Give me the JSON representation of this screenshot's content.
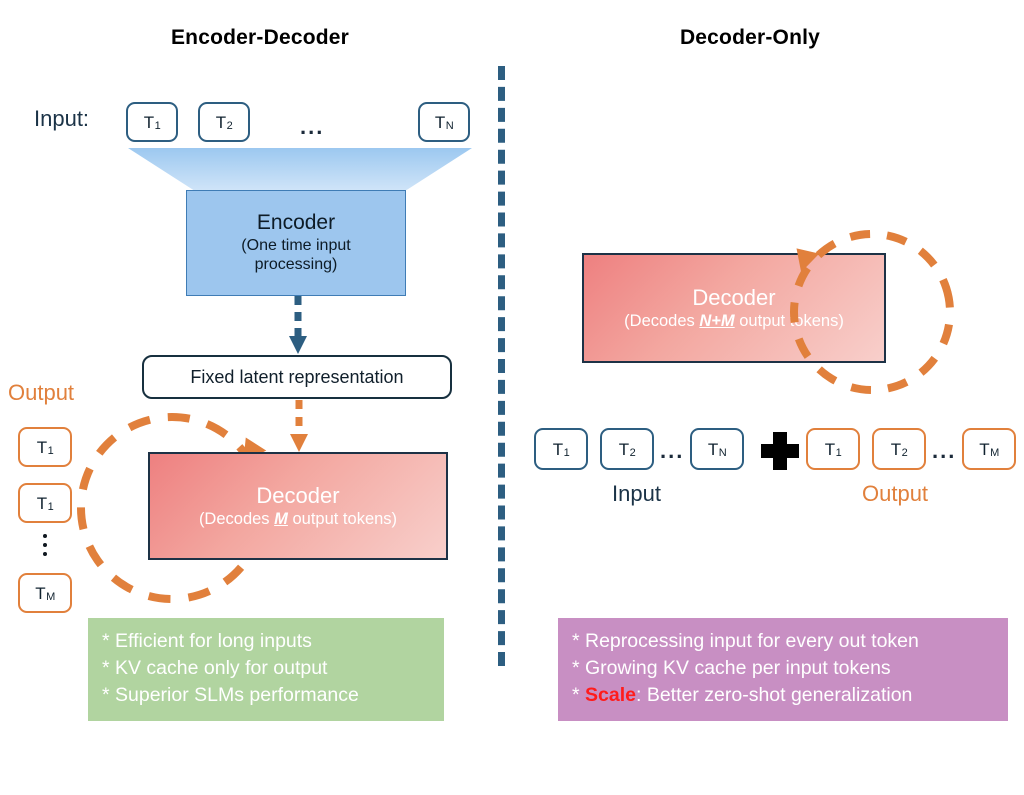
{
  "panels": {
    "left": {
      "title": "Encoder-Decoder",
      "input_label": "Input:",
      "input_tokens": [
        {
          "base": "T",
          "sub": "1"
        },
        {
          "base": "T",
          "sub": "2"
        },
        {
          "base": "T",
          "sub": "N"
        }
      ],
      "input_ellipsis": "...",
      "encoder": {
        "title": "Encoder",
        "subtitle_line1": "(One time input",
        "subtitle_line2": "processing)"
      },
      "latent_label": "Fixed latent representation",
      "decoder": {
        "title": "Decoder",
        "sub_prefix": "(Decodes ",
        "sub_emphasis": "M",
        "sub_suffix": " output tokens)"
      },
      "output_label": "Output",
      "output_tokens": [
        {
          "base": "T",
          "sub": "1"
        },
        {
          "base": "T",
          "sub": "1"
        },
        {
          "base": "T",
          "sub": "M"
        }
      ],
      "summary": [
        "* Efficient for long inputs",
        "* KV cache only for output",
        "* Superior SLMs performance"
      ]
    },
    "right": {
      "title": "Decoder-Only",
      "decoder": {
        "title": "Decoder",
        "sub_prefix": "(Decodes ",
        "sub_emphasis": "N+M",
        "sub_suffix": " output tokens)"
      },
      "input_label": "Input",
      "output_label": "Output",
      "input_tokens": [
        {
          "base": "T",
          "sub": "1"
        },
        {
          "base": "T",
          "sub": "2"
        },
        {
          "base": "T",
          "sub": "N"
        }
      ],
      "output_tokens": [
        {
          "base": "T",
          "sub": "1"
        },
        {
          "base": "T",
          "sub": "2"
        },
        {
          "base": "T",
          "sub": "M"
        }
      ],
      "input_ellipsis": "...",
      "output_ellipsis": "...",
      "plus_symbol": "+",
      "summary_line1": "* Reprocessing input for every out token",
      "summary_line2": "* Growing KV cache per input tokens",
      "summary_line3_prefix": "* ",
      "summary_line3_highlight": "Scale",
      "summary_line3_rest": ": Better zero-shot generalization"
    }
  },
  "colors": {
    "encoder_blue": "#9DC6EE",
    "token_blue_border": "#2d5e81",
    "token_orange_border": "#E1803C",
    "loop_orange": "#E1803C",
    "decoder_gradient_start": "#EE8080",
    "decoder_gradient_end": "#F8CFCB",
    "summary_green": "#B1D4A0",
    "summary_purple": "#C88FC3",
    "scale_red": "#FF1C1C",
    "divider_blue": "#2d5e81"
  }
}
